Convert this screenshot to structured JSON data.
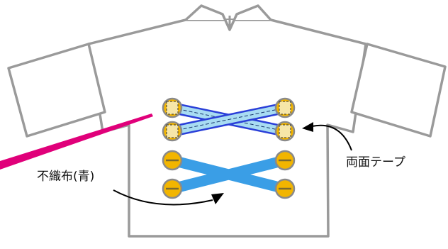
{
  "labels": {
    "nonwoven": "不織布(青)",
    "double_tape": "両面テープ"
  },
  "colors": {
    "outline": "#9a9a9a",
    "strap_blue": "#3a9ee6",
    "strap_dark": "#2a3fd8",
    "strap_light": "#a8dcf2",
    "button_gold": "#f2b500",
    "tape_cream": "#f6e6a8",
    "pointer_magenta": "#e0007a",
    "arrow": "#000000"
  },
  "icons": {
    "button": "round-button-icon",
    "strap": "nonwoven-strap",
    "garment": "shirt-outline"
  }
}
